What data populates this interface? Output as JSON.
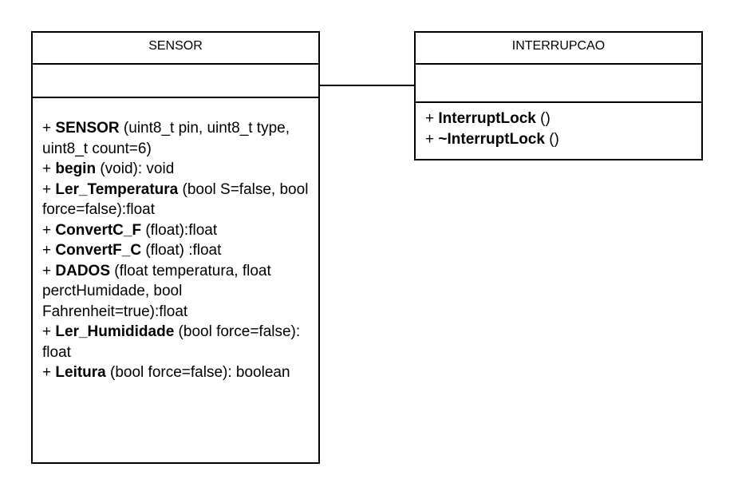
{
  "colors": {
    "line": "#000000",
    "background": "#ffffff"
  },
  "classes": [
    {
      "id": "sensor",
      "name": "SENSOR",
      "methods": [
        {
          "visibility": "+",
          "name": "SENSOR",
          "signature": "(uint8_t pin, uint8_t type, uint8_t count=6)"
        },
        {
          "visibility": "+",
          "name": "begin",
          "signature": "(void): void"
        },
        {
          "visibility": "+",
          "name": "Ler_Temperatura",
          "signature": "(bool S=false, bool force=false):float"
        },
        {
          "visibility": "+",
          "name": "ConvertC_F",
          "signature": "(float):float"
        },
        {
          "visibility": "+",
          "name": "ConvertF_C",
          "signature": "(float) :float"
        },
        {
          "visibility": "+",
          "name": "DADOS",
          "signature": "(float temperatura, float perctHumidade, bool Fahrenheit=true):float"
        },
        {
          "visibility": "+",
          "name": "Ler_Humididade",
          "signature": "(bool force=false): float"
        },
        {
          "visibility": "+",
          "name": "Leitura",
          "signature": "(bool force=false): boolean"
        }
      ]
    },
    {
      "id": "interrupcao",
      "name": "INTERRUPCAO",
      "methods": [
        {
          "visibility": "+",
          "name": "InterruptLock",
          "signature": "()"
        },
        {
          "visibility": "+",
          "name": "~InterruptLock",
          "signature": "()"
        }
      ]
    }
  ]
}
